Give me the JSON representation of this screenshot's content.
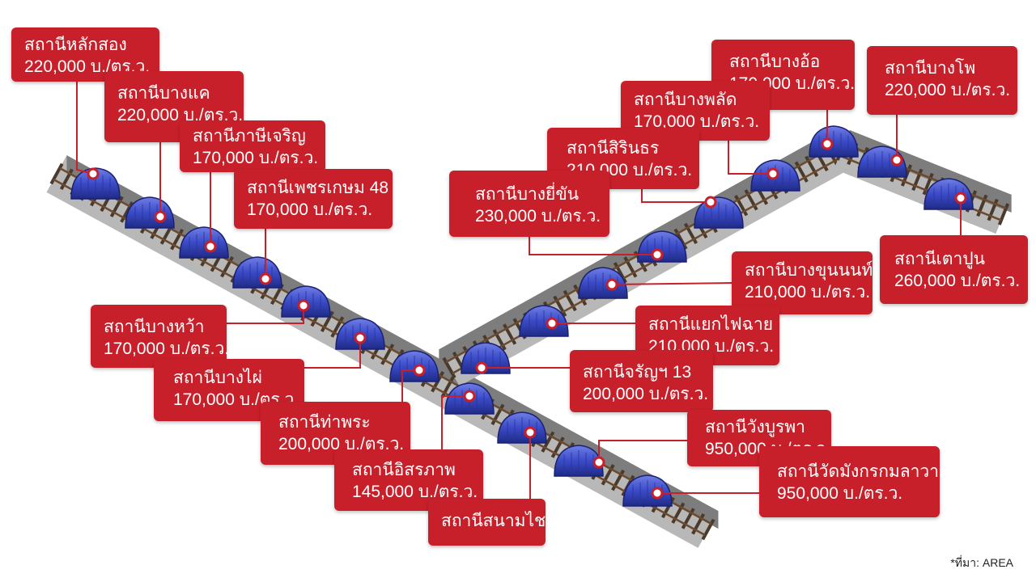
{
  "colors": {
    "label_bg": "#c8202a",
    "label_text": "#ffffff",
    "leader_line": "#c8202a",
    "tunnel_blue": "#3b4bc8",
    "track_bed": "#9a9a9a",
    "rail": "#6b4a2e"
  },
  "stations": [
    {
      "id": "lak-song",
      "name": "สถานีหลักสอง",
      "price": "220,000 บ./ตร.ว."
    },
    {
      "id": "bang-khae",
      "name": "สถานีบางแค",
      "price": "220,000 บ./ตร.ว."
    },
    {
      "id": "phasi-charoen",
      "name": "สถานีภาษีเจริญ",
      "price": "170,000 บ./ตร.ว."
    },
    {
      "id": "phetkasem-48",
      "name": "สถานีเพชรเกษม 48",
      "price": "170,000 บ./ตร.ว."
    },
    {
      "id": "bang-wa",
      "name": "สถานีบางหว้า",
      "price": "170,000 บ./ตร.ว."
    },
    {
      "id": "bang-phai",
      "name": "สถานีบางไผ่",
      "price": "170,000 บ./ตร.ว."
    },
    {
      "id": "tha-phra",
      "name": "สถานีท่าพระ",
      "price": "200,000 บ./ตร.ว."
    },
    {
      "id": "itsaraphap",
      "name": "สถานีอิสรภาพ",
      "price": "145,000 บ./ตร.ว."
    },
    {
      "id": "sanam-chai",
      "name": "สถานีสนามไชย",
      "price": ""
    },
    {
      "id": "bang-o",
      "name": "สถานีบางอ้อ",
      "price": "170,000 บ./ตร.ว."
    },
    {
      "id": "bang-pho",
      "name": "สถานีบางโพ",
      "price": "220,000 บ./ตร.ว."
    },
    {
      "id": "bang-phlat",
      "name": "สถานีบางพลัด",
      "price": "170,000 บ./ตร.ว."
    },
    {
      "id": "sirindhorn",
      "name": "สถานีสิรินธร",
      "price": "210,000 บ./ตร.ว."
    },
    {
      "id": "bang-yi-khan",
      "name": "สถานีบางยี่ขัน",
      "price": "230,000 บ./ตร.ว."
    },
    {
      "id": "tao-poon",
      "name": "สถานีเตาปูน",
      "price": "260,000 บ./ตร.ว."
    },
    {
      "id": "bang-khun-non",
      "name": "สถานีบางขุนนนท์",
      "price": "210,000 บ./ตร.ว."
    },
    {
      "id": "yaek-fai-chai",
      "name": "สถานีแยกไฟฉาย",
      "price": "210,000 บ./ตร.ว."
    },
    {
      "id": "charan-13",
      "name": "สถานีจรัญฯ 13",
      "price": "200,000 บ./ตร.ว."
    },
    {
      "id": "wang-burapha",
      "name": "สถานีวังบูรพา",
      "price": "950,000 บ./ตร.ว."
    },
    {
      "id": "wat-mangkon",
      "name": "สถานีวัดมังกรกมลาวาส",
      "price": "950,000 บ./ตร.ว."
    }
  ],
  "source_note": "*ที่มา: AREA"
}
